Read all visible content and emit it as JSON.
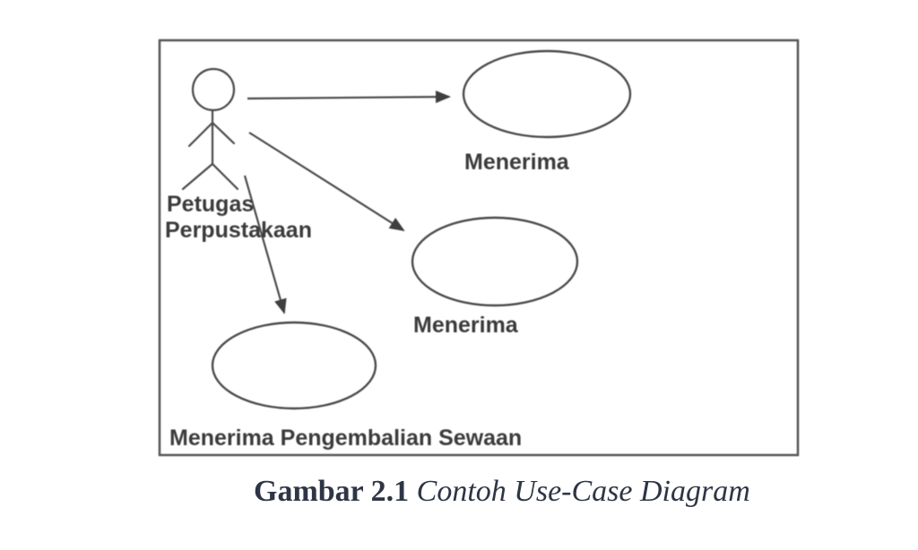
{
  "diagram": {
    "actor": {
      "name_line1": "Petugas",
      "name_line2": "Perpustakaan"
    },
    "use_cases": [
      {
        "label": "Menerima"
      },
      {
        "label": "Menerima"
      },
      {
        "label": "Menerima Pengembalian Sewaan"
      }
    ]
  },
  "caption": {
    "figure_label": "Gambar 2.1",
    "figure_title": "Contoh Use-Case Diagram"
  },
  "colors": {
    "line": "#4a4a4a",
    "border": "#555555",
    "diagram_text": "#3b3b3b",
    "caption_text": "#2e3545",
    "background": "#ffffff"
  }
}
